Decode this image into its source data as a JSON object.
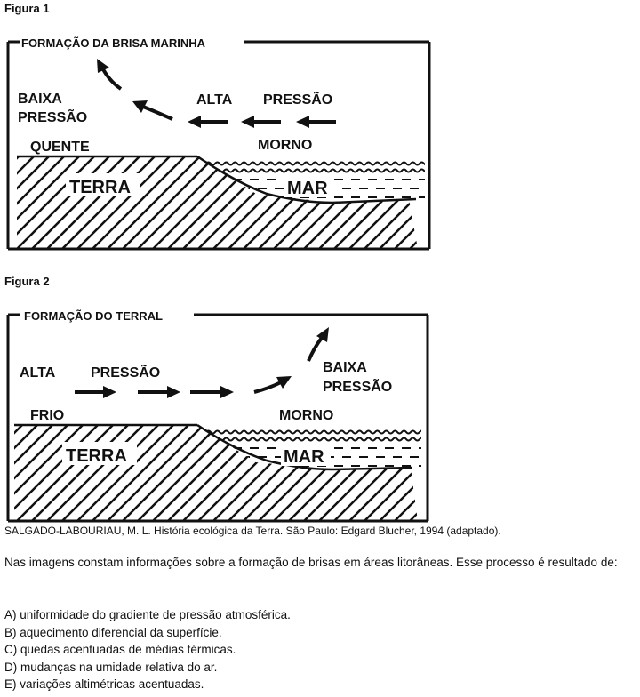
{
  "figure1": {
    "label": "Figura 1",
    "title": "FORMAÇÃO DA BRISA MARINHA",
    "low_pressure": [
      "BAIXA",
      "PRESSÃO"
    ],
    "high_pressure": [
      "ALTA",
      "PRESSÃO"
    ],
    "land_temp": "QUENTE",
    "sea_temp": "MORNO",
    "land": "TERRA",
    "sea": "MAR"
  },
  "figure2": {
    "label": "Figura 2",
    "title": "FORMAÇÃO DO  TERRAL",
    "high_pressure": [
      "ALTA",
      "PRESSÃO"
    ],
    "low_pressure": [
      "BAIXA",
      "PRESSÃO"
    ],
    "land_temp": "FRIO",
    "sea_temp": "MORNO",
    "land": "TERRA",
    "sea": "MAR"
  },
  "citation": "SALGADO-LABOURIAU, M. L. História ecológica da Terra. São Paulo: Edgard Blucher, 1994 (adaptado).",
  "question": "Nas imagens constam informações sobre a formação de brisas em áreas litorâneas. Esse processo é resultado de:",
  "options": [
    "A) uniformidade do gradiente de pressão atmosférica.",
    "B) aquecimento diferencial da superfície.",
    "C) quedas acentuadas de médias térmicas.",
    "D) mudanças na umidade relativa do ar.",
    "E) variações altimétricas acentuadas."
  ]
}
